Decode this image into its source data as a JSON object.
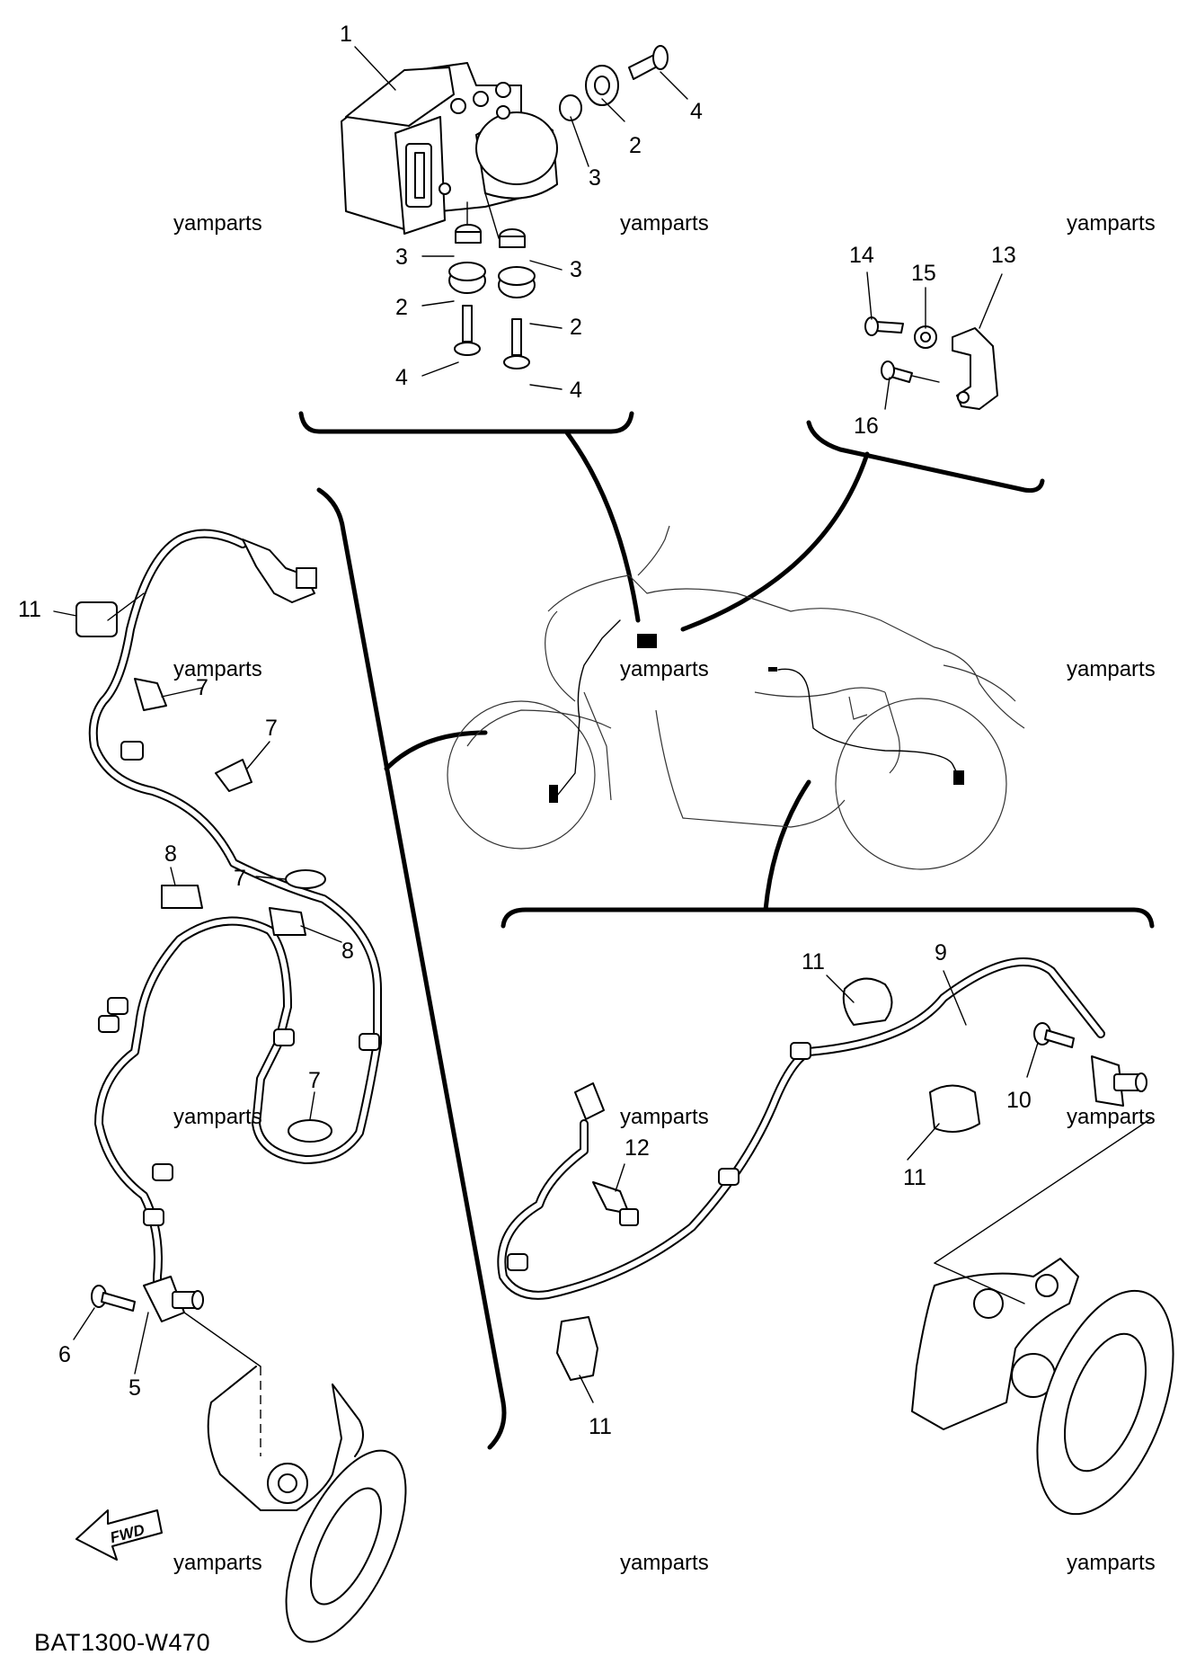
{
  "diagram_code": "BAT1300-W470",
  "watermark": "yamparts",
  "fwd_label": "FWD",
  "callouts": {
    "c1": "1",
    "c2a": "2",
    "c2b": "2",
    "c2c": "2",
    "c3a": "3",
    "c3b": "3",
    "c3c": "3",
    "c4a": "4",
    "c4b": "4",
    "c4c": "4",
    "c5": "5",
    "c6": "6",
    "c7a": "7",
    "c7b": "7",
    "c7c": "7",
    "c7d": "7",
    "c8a": "8",
    "c8b": "8",
    "c9": "9",
    "c10": "10",
    "c11a": "11",
    "c11b": "11",
    "c11c": "11",
    "c11d": "11",
    "c12": "12",
    "c13": "13",
    "c14": "14",
    "c15": "15",
    "c16": "16"
  },
  "icons": [
    "hydraulic-unit-icon",
    "grommet-icon",
    "collar-icon",
    "bolt-icon",
    "bracket-icon",
    "wheel-sensor-icon",
    "clamp-icon",
    "sensor-rotor-icon",
    "motorcycle-silhouette-icon",
    "fwd-arrow-icon"
  ]
}
